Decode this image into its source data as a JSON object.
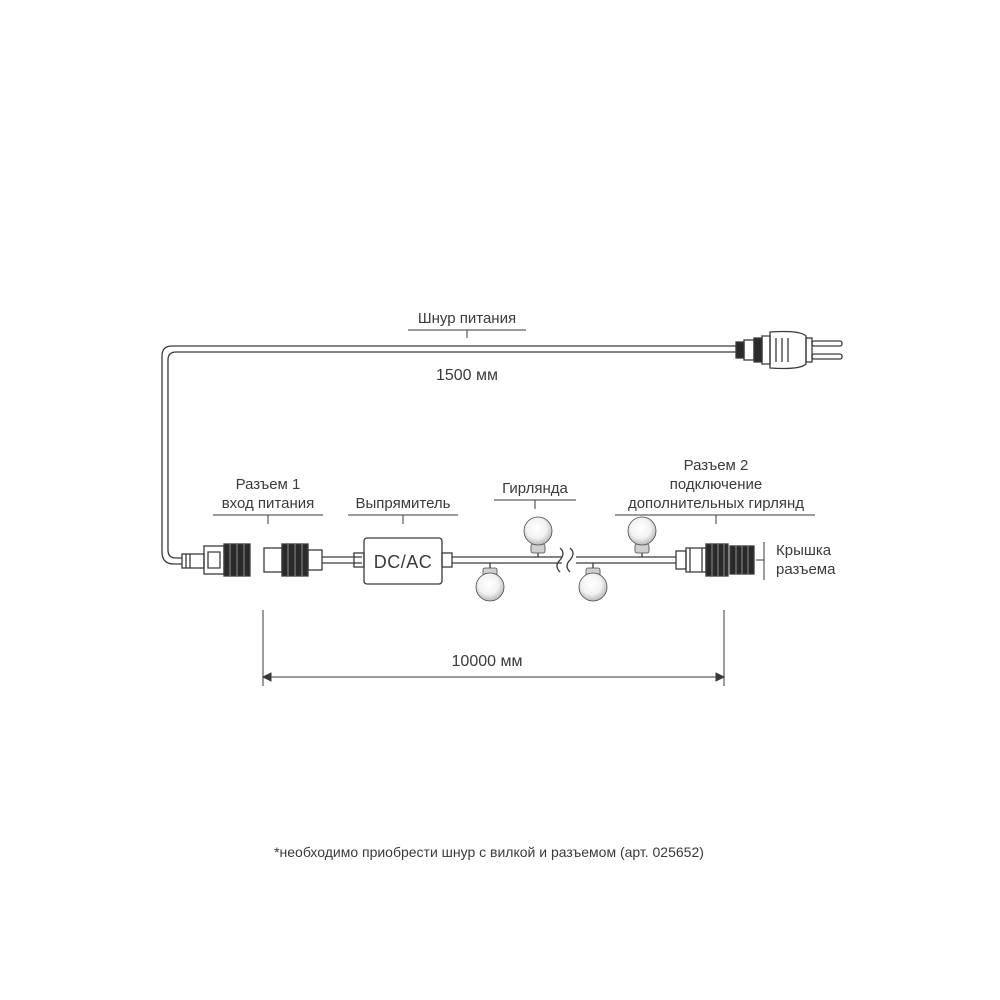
{
  "colors": {
    "line": "#3a3a3a",
    "text": "#3a3a3a",
    "bulb_center": "#ffffff",
    "bulb_edge": "#bdbdbd"
  },
  "labels": {
    "power_cord": "Шнур питания",
    "cord_length": "1500 мм",
    "connector1_line1": "Разъем 1",
    "connector1_line2": "вход питания",
    "rectifier": "Выпрямитель",
    "rectifier_box": "DC/AC",
    "garland": "Гирлянда",
    "connector2_line1": "Разъем 2",
    "connector2_line2": "подключение",
    "connector2_line3": "дополнительных гирлянд",
    "cap_line1": "Крышка",
    "cap_line2": "разъема",
    "garland_length": "10000 мм"
  },
  "footnote": "*необходимо приобрести шнур с вилкой и разъемом (арт. 025652)",
  "icons": [
    "plug-icon",
    "connector-icon",
    "bulb-icon",
    "cap-icon"
  ]
}
